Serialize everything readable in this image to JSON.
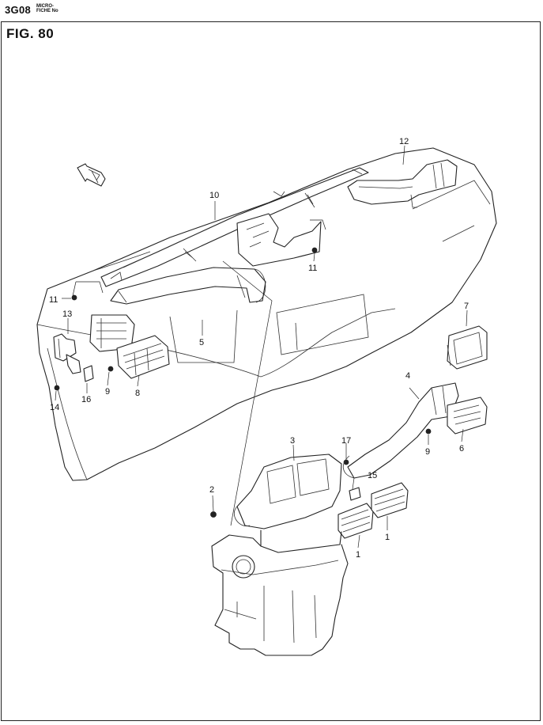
{
  "header": {
    "code": "3G08",
    "micro": "MICRO-",
    "fiche": "FICHE No"
  },
  "figure": {
    "title": "FIG.  80"
  },
  "callouts": [
    {
      "id": "c1a",
      "label": "1"
    },
    {
      "id": "c1b",
      "label": "1"
    },
    {
      "id": "c2",
      "label": "2"
    },
    {
      "id": "c3",
      "label": "3"
    },
    {
      "id": "c4",
      "label": "4"
    },
    {
      "id": "c5",
      "label": "5"
    },
    {
      "id": "c6",
      "label": "6"
    },
    {
      "id": "c7",
      "label": "7"
    },
    {
      "id": "c8",
      "label": "8"
    },
    {
      "id": "c9a",
      "label": "9"
    },
    {
      "id": "c9b",
      "label": "9"
    },
    {
      "id": "c10",
      "label": "10"
    },
    {
      "id": "c11a",
      "label": "11"
    },
    {
      "id": "c11b",
      "label": "11"
    },
    {
      "id": "c12",
      "label": "12"
    },
    {
      "id": "c13",
      "label": "13"
    },
    {
      "id": "c14",
      "label": "14"
    },
    {
      "id": "c15",
      "label": "15"
    },
    {
      "id": "c16",
      "label": "16"
    },
    {
      "id": "c17",
      "label": "17"
    }
  ]
}
